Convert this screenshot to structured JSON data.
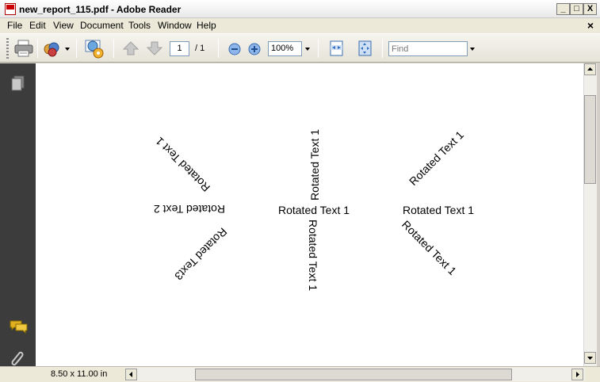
{
  "window": {
    "title": "new_report_115.pdf - Adobe Reader",
    "minimize": "_",
    "maximize": "□",
    "close": "X"
  },
  "menu": {
    "items": [
      "File",
      "Edit",
      "View",
      "Document",
      "Tools",
      "Window",
      "Help"
    ],
    "close": "×"
  },
  "toolbar": {
    "page_current": "1",
    "page_total": "/ 1",
    "zoom": "100%",
    "find_placeholder": "Find"
  },
  "document": {
    "texts": [
      "Rotated Text 1",
      "Rotated Text 1",
      "Rotated Text 1",
      "Rotated Text 1",
      "Rotated Text 1",
      "Rotated Text 1",
      "Rotated Text 2",
      "Rotated Text3",
      "Rotated Text 1"
    ]
  },
  "status": {
    "page_size": "8.50 x 11.00 in"
  },
  "colors": {
    "nav_panel": "#3c3c3c",
    "accent_blue": "#2f6fc4"
  }
}
